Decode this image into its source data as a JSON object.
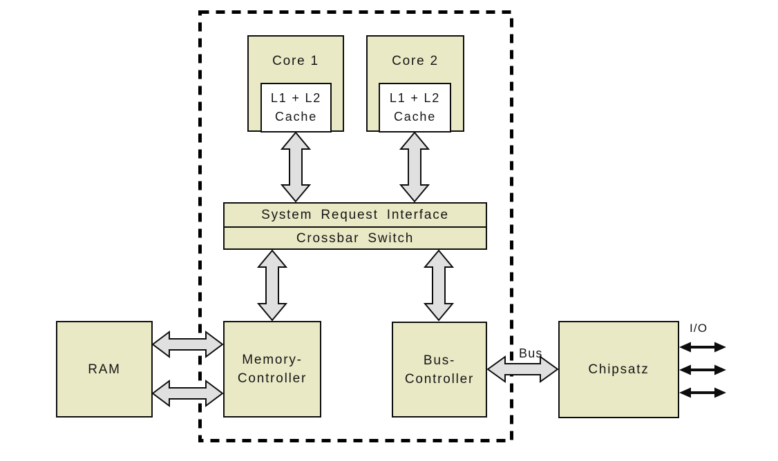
{
  "diagram": {
    "description": "Dual-core CPU block diagram",
    "blocks": {
      "core1": {
        "label": "Core 1"
      },
      "core2": {
        "label": "Core 2"
      },
      "cache1": {
        "line1": "L1 + L2",
        "line2": "Cache"
      },
      "cache2": {
        "line1": "L1 + L2",
        "line2": "Cache"
      },
      "system_request_interface": {
        "label": "System Request Interface"
      },
      "crossbar_switch": {
        "label": "Crossbar Switch"
      },
      "ram": {
        "label": "RAM"
      },
      "memory_controller": {
        "line1": "Memory-",
        "line2": "Controller"
      },
      "bus_controller": {
        "line1": "Bus-",
        "line2": "Controller"
      },
      "chipsatz": {
        "label": "Chipsatz"
      }
    },
    "labels": {
      "bus": "Bus",
      "io": "I/O"
    },
    "colors": {
      "block_fill": "#e9e9c6",
      "cache_fill": "#ffffff",
      "block_border": "#0d0d0d",
      "arrow_fill": "#e0e0e0",
      "arrow_border": "#0d0d0d",
      "dashed_boundary": "#000000",
      "background": "#ffffff"
    }
  }
}
